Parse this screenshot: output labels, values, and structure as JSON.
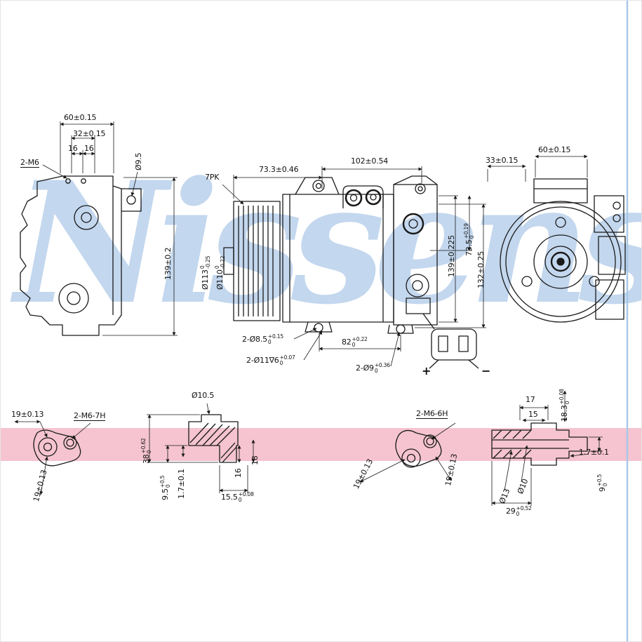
{
  "colors": {
    "watermark": "#c3d7ee",
    "band": "#ee9cb0",
    "line": "#111111",
    "edge_line": "#a8c8e8"
  },
  "watermark": {
    "text": "Nissens"
  },
  "labels": {
    "a1": {
      "v": "60±0.15"
    },
    "a2": {
      "v": "32±0.15"
    },
    "a3": {
      "v": "16"
    },
    "a4": {
      "v": "16"
    },
    "a5": {
      "v": "2-M6"
    },
    "a6": {
      "v": "Ø9.5"
    },
    "a7": {
      "v": "139±0.2"
    },
    "b1": {
      "v": "7PK"
    },
    "b2": {
      "v": "73.3±0.46"
    },
    "b3": {
      "v": "102±0.54"
    },
    "b4": {
      "v": "Ø113",
      "t": "0",
      "b": "-0.25"
    },
    "b5": {
      "v": "Ø110",
      "t": "0",
      "b": "-0.22"
    },
    "b6": {
      "v": "139±0.225"
    },
    "b7": {
      "v": "73.5",
      "t": "+0.19",
      "b": "0"
    },
    "b8": {
      "v": "132±0.25"
    },
    "b9": {
      "v": "2-Ø8.5",
      "t": "+0.15",
      "b": "0"
    },
    "b10": {
      "v": "2-Ø11∇6",
      "t": "+0.07",
      "b": "0"
    },
    "b11": {
      "v": "82",
      "t": "+0.22",
      "b": "0"
    },
    "b12": {
      "v": "2-Ø9",
      "t": "+0.36",
      "b": "0"
    },
    "c1": {
      "v": "33±0.15"
    },
    "c2": {
      "v": "60±0.15"
    },
    "plus": {
      "v": "+"
    },
    "minus": {
      "v": "−"
    },
    "d1": {
      "v": "19±0.13"
    },
    "d2": {
      "v": "2-M6-7H"
    },
    "d3": {
      "v": "19±0.13"
    },
    "e1": {
      "v": "Ø10.5"
    },
    "e2": {
      "v": "38",
      "t": "+0.62",
      "b": "0"
    },
    "e3": {
      "v": "9.5",
      "t": "+0.5",
      "b": "0"
    },
    "e4": {
      "v": "1.7±0.1"
    },
    "e5": {
      "v": "15.5",
      "t": "+0.08",
      "b": "0"
    },
    "e6": {
      "v": "16"
    },
    "e7": {
      "v": "18"
    },
    "f1": {
      "v": "2-M6-6H"
    },
    "f2": {
      "v": "19±0.13"
    },
    "f3": {
      "v": "19±0.13"
    },
    "g1": {
      "v": "17"
    },
    "g2": {
      "v": "15"
    },
    "g3": {
      "v": "18.3",
      "t": "+0.08",
      "b": "0"
    },
    "g4": {
      "v": "1.7±0.1"
    },
    "g5": {
      "v": "9",
      "t": "+0.5",
      "b": "0"
    },
    "g6": {
      "v": "Ø13"
    },
    "g7": {
      "v": "Ø10"
    },
    "g8": {
      "v": "29",
      "t": "+0.52",
      "b": "0"
    }
  }
}
